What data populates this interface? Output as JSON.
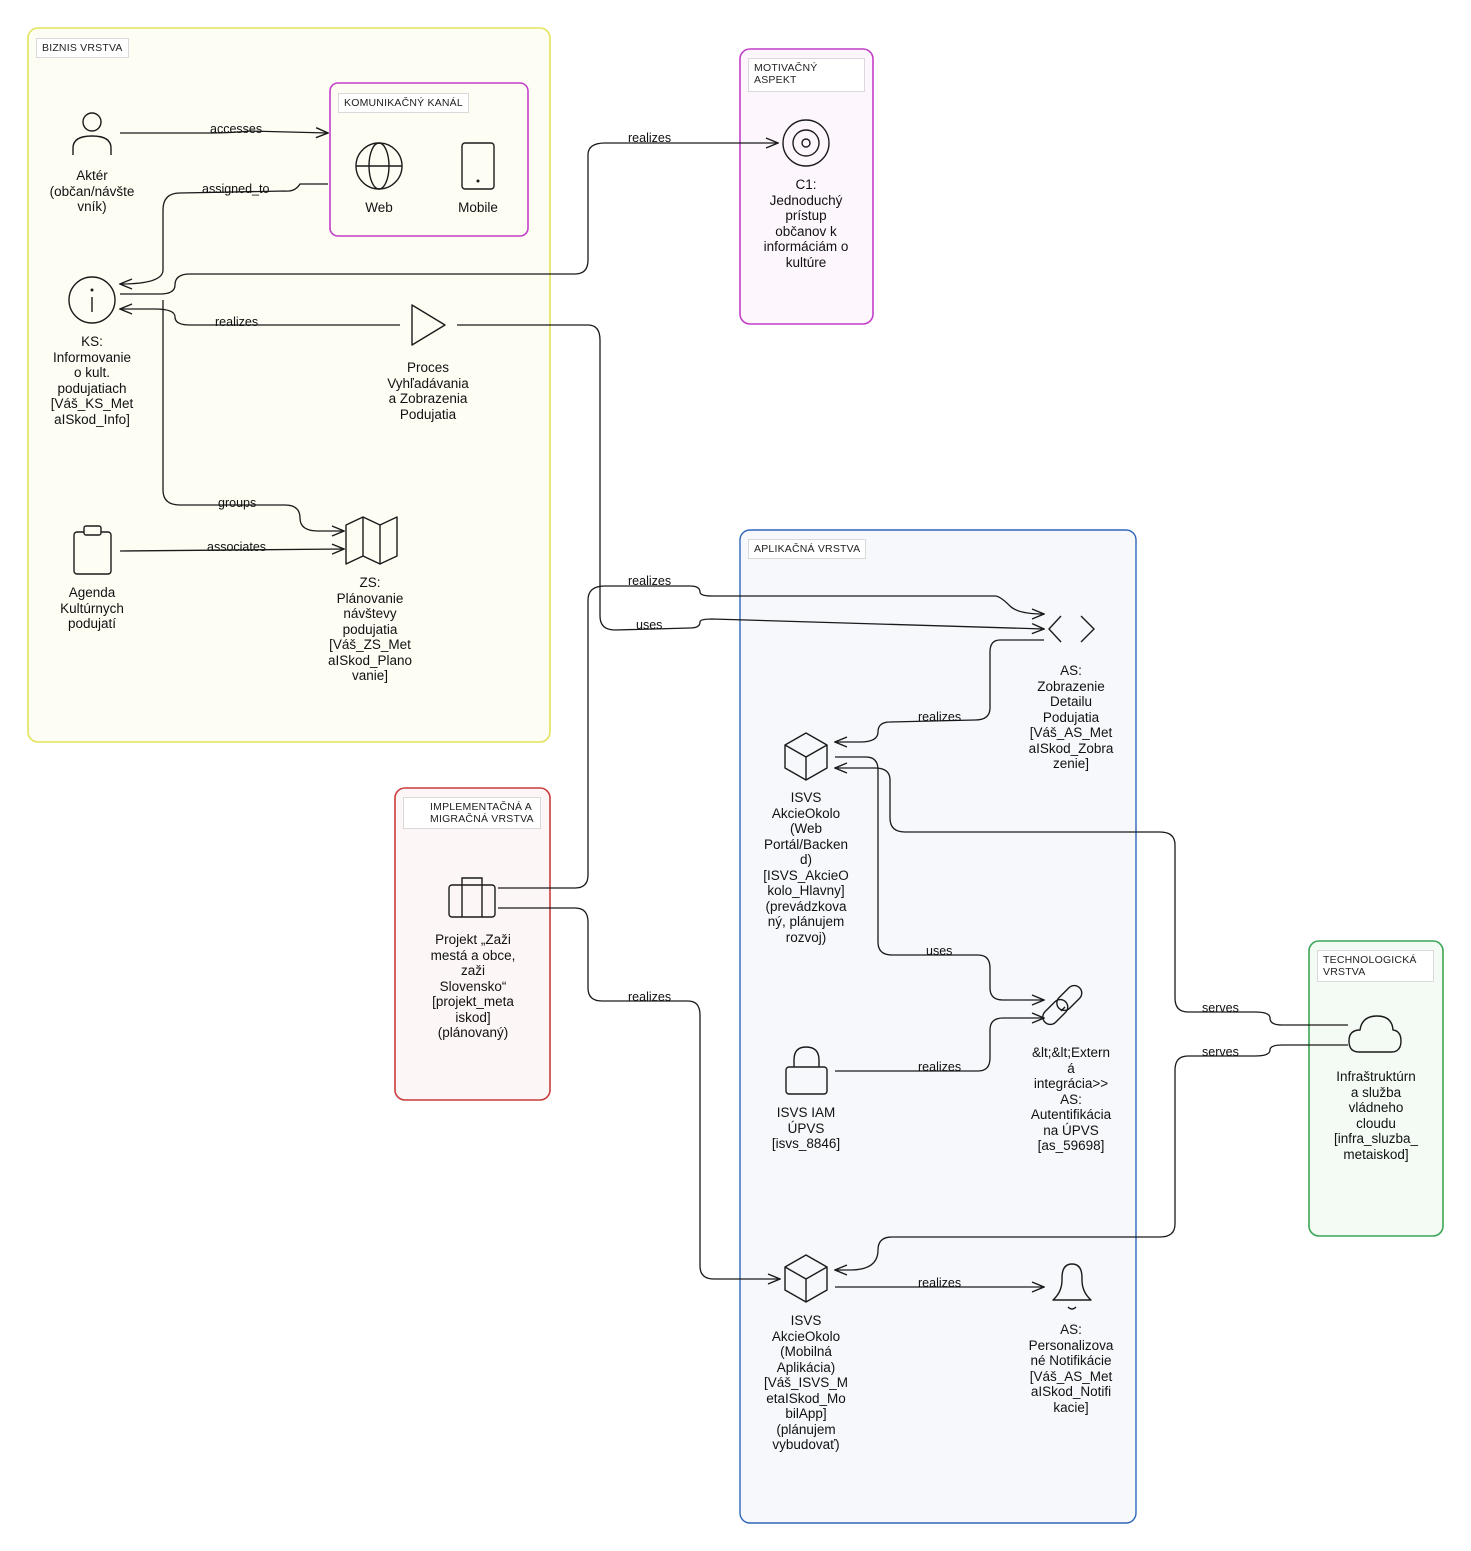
{
  "groups": {
    "business": "BIZNIS VRSTVA",
    "channel": "KOMUNIKAČNÝ KANÁL",
    "motivation": "MOTIVAČNÝ ASPEKT",
    "application": "APLIKAČNÁ VRSTVA",
    "implementation": "IMPLEMENTAČNÁ A MIGRAČNÁ VRSTVA",
    "technology": "TECHNOLOGICKÁ VRSTVA"
  },
  "colors": {
    "business_border": "#e3e35a",
    "business_fill": "#fdfdf4",
    "channel_border": "#c23fc8",
    "motivation_border": "#c23fc8",
    "motivation_fill": "#fdf7fd",
    "application_border": "#2e66b8",
    "application_fill": "#f6f8fb",
    "implementation_border": "#c93c3c",
    "implementation_fill": "#fdf6f6",
    "technology_border": "#3aa655",
    "technology_fill": "#f4fbf5",
    "line": "#1a1a1a"
  },
  "nodes": {
    "actor": "Aktér\n(občan/návšte\nvník)",
    "web": "Web",
    "mobile": "Mobile",
    "ks": "KS:\nInformovanie\no kult.\npodujatiach\n[Váš_KS_Met\naISkod_Info]",
    "process": "Proces\nVyhľadávania\na Zobrazenia\nPodujatia",
    "agenda": "Agenda\nKultúrnych\npodujatí",
    "zs": "ZS:\nPlánovanie\nnávštevy\npodujatia\n[Váš_ZS_Met\naISkod_Plano\nvanie]",
    "goal": "C1:\nJednoduchý\nprístup\nobčanov k\ninformáciám o\nkultúre",
    "as_detail": "AS:\nZobrazenie\nDetailu\nPodujatia\n[Váš_AS_Met\naISkod_Zobra\nzenie]",
    "isvs_web": "ISVS\nAkcieOkolo\n(Web\nPortál/Backen\nd)\n[ISVS_AkcieO\nkolo_Hlavny]\n(prevádzkova\nný, plánujem\nrozvoj)",
    "as_auth": "&lt;&lt;Extern\ná\nintegrácia>>\nAS:\nAutentifikácia\nna ÚPVS\n[as_59698]",
    "iam": "ISVS IAM\nÚPVS\n[isvs_8846]",
    "isvs_mobile": "ISVS\nAkcieOkolo\n(Mobilná\nAplikácia)\n[Váš_ISVS_M\netaISkod_Mo\nbilApp]\n(plánujem\nvybudovať)",
    "as_notif": "AS:\nPersonalizova\nné Notifikácie\n[Váš_AS_Met\naISkod_Notifi\nkacie]",
    "project": "Projekt „Zaži\nmestá a obce,\nzaži\nSlovensko“\n[projekt_meta\niskod]\n(plánovaný)",
    "infra": "Infraštruktúrn\na služba\nvládneho\ncloudu\n[infra_sluzba_\nmetaiskod]"
  },
  "edges": {
    "accesses": "accesses",
    "assigned_to": "assigned_to",
    "realizes_goal": "realizes",
    "realizes_process": "realizes",
    "groups": "groups",
    "associates": "associates",
    "realizes_project_as": "realizes",
    "uses_process": "uses",
    "realizes_isvs_as": "realizes",
    "uses_auth": "uses",
    "realizes_iam": "realizes",
    "serves_web": "serves",
    "serves_mobile": "serves",
    "realizes_project_mobile": "realizes",
    "realizes_notif": "realizes"
  },
  "icons": [
    "actor-icon",
    "globe-icon",
    "mobile-icon",
    "info-icon",
    "process-icon",
    "clipboard-icon",
    "map-icon",
    "target-icon",
    "code-icon",
    "cube-icon",
    "link-icon",
    "lock-icon",
    "bell-icon",
    "briefcase-icon",
    "cloud-icon"
  ]
}
